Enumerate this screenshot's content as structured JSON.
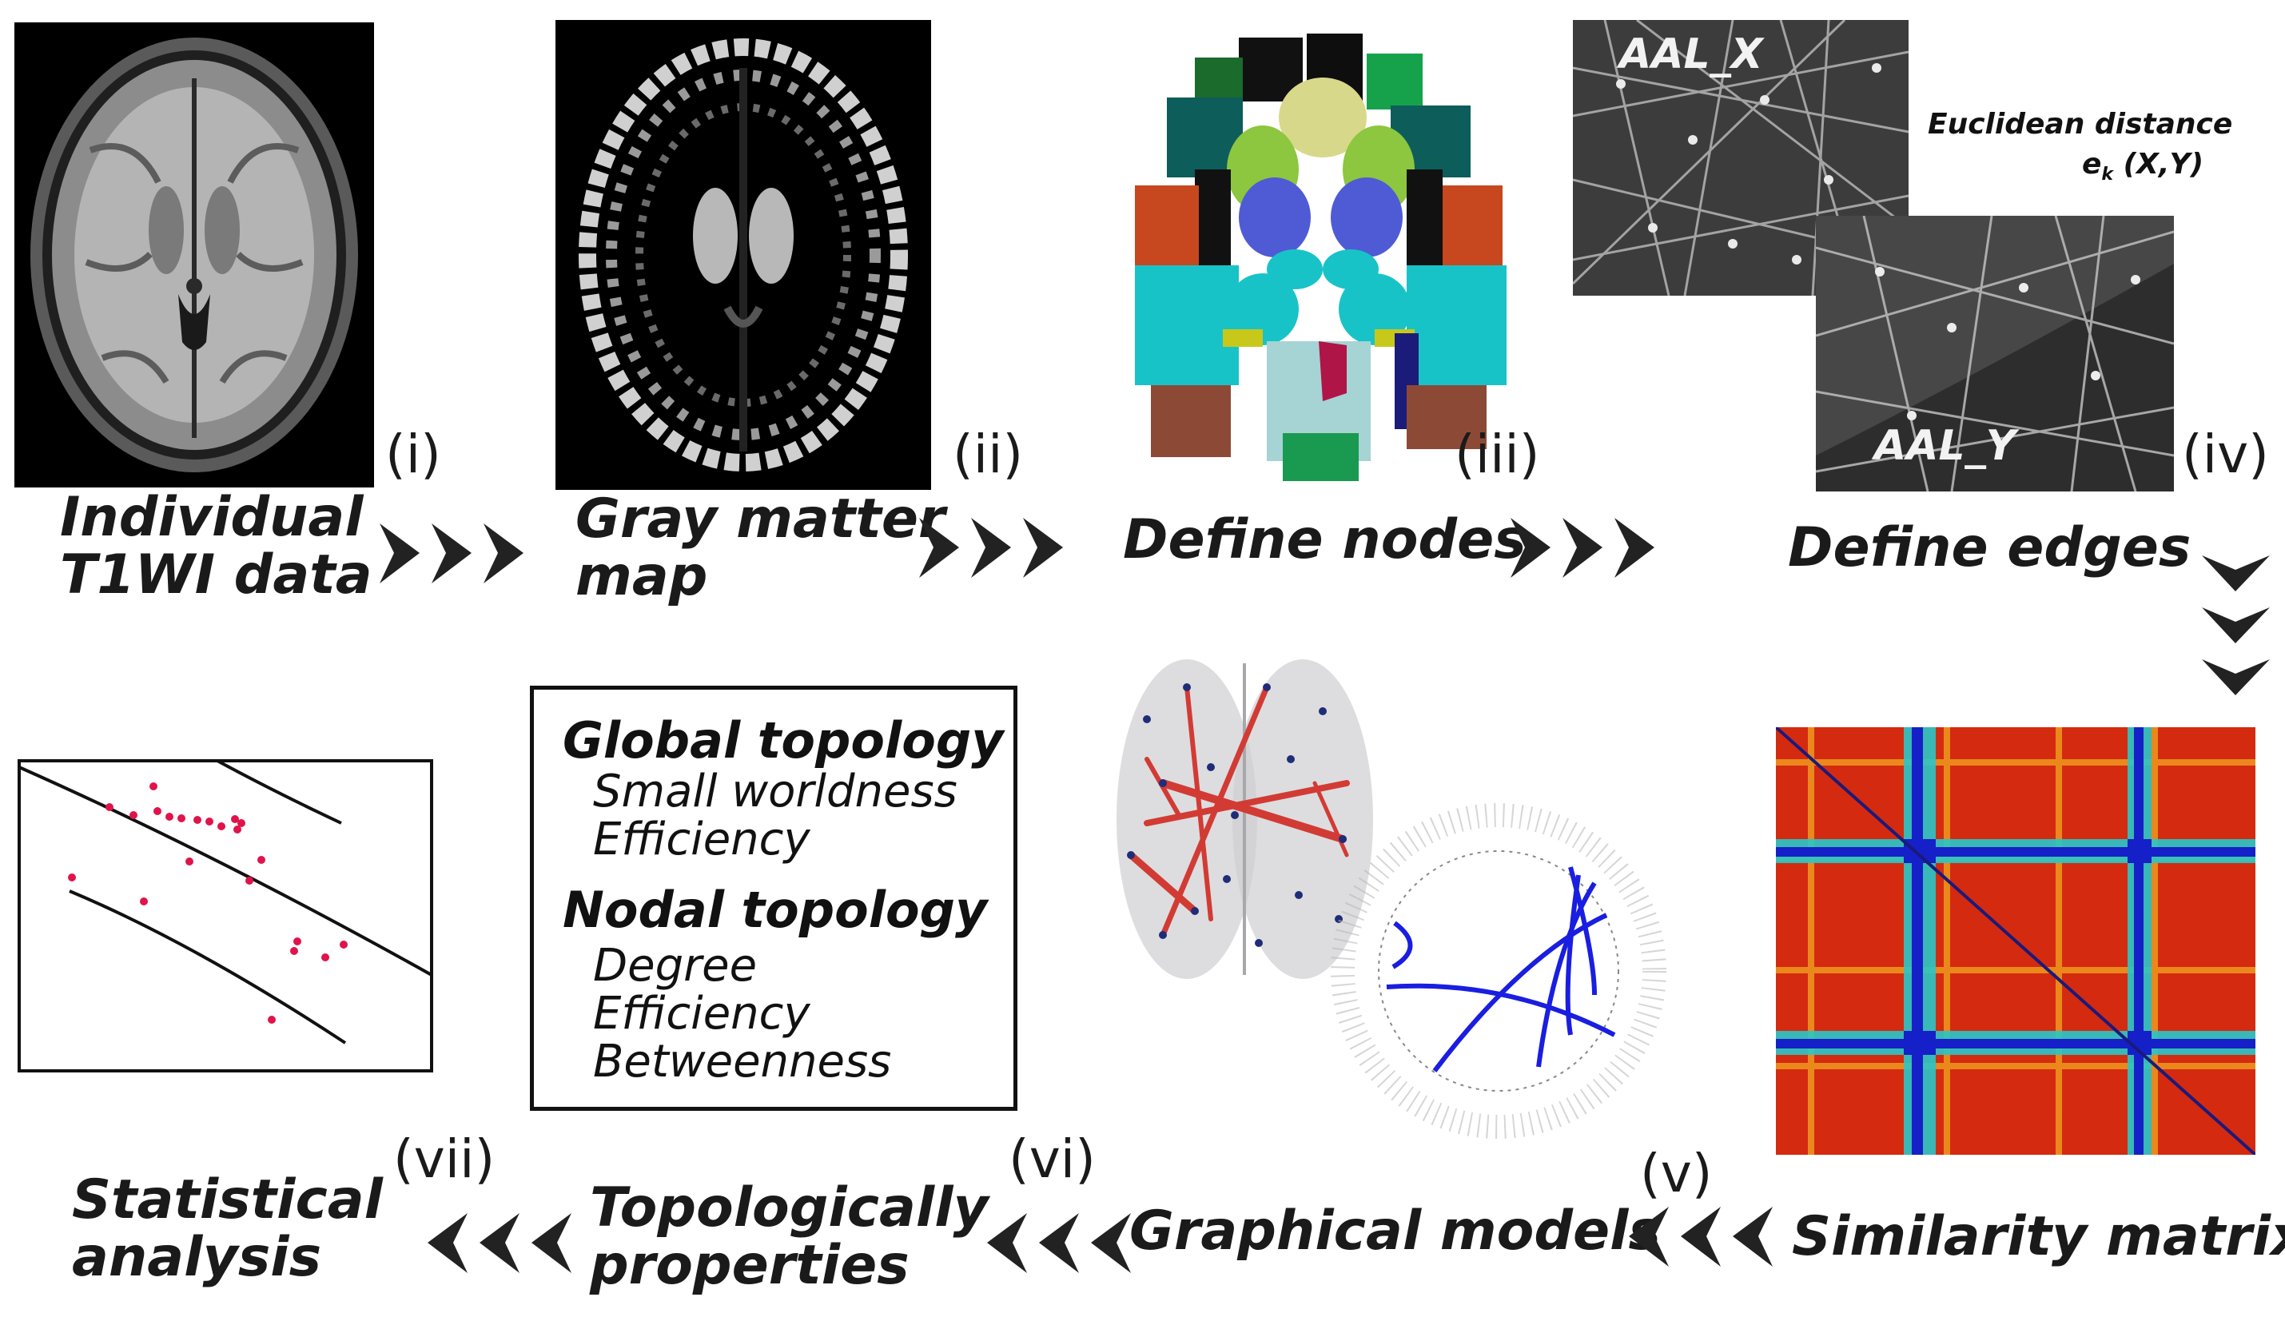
{
  "steps": [
    {
      "numeral": "(i)",
      "caption": "Individual T1WI data"
    },
    {
      "numeral": "(ii)",
      "caption": "Gray matter map"
    },
    {
      "numeral": "(iii)",
      "caption": "Define nodes"
    },
    {
      "numeral": "(iv)",
      "caption": "Define edges"
    },
    {
      "numeral": "(v)",
      "caption": "Similarity matrix"
    },
    {
      "numeral": "(vi)",
      "caption": "Graphical models"
    },
    {
      "numeral": "(vii)",
      "caption": "Topologically properties"
    },
    {
      "caption": "Statistical analysis"
    }
  ],
  "captions": {
    "t1wi_line1": "Individual",
    "t1wi_line2": "T1WI data",
    "gm_line1": "Gray matter",
    "gm_line2": "map",
    "nodes": "Define nodes",
    "edges": "Define edges",
    "matrix": "Similarity matrix",
    "graph": "Graphical models",
    "topo_line1": "Topologically",
    "topo_line2": "properties",
    "stat_line1": "Statistical",
    "stat_line2": "analysis"
  },
  "numerals": {
    "i": "(i)",
    "ii": "(ii)",
    "iii": "(iii)",
    "iv": "(iv)",
    "v": "(v)",
    "vi": "(vi)",
    "vii": "(vii)"
  },
  "edges_panel": {
    "label_x": "AAL_X",
    "label_y": "AAL_Y",
    "distance_title": "Euclidean distance",
    "distance_formula_e": "e",
    "distance_formula_sub": "k",
    "distance_formula_args": "(X,Y)"
  },
  "topology_box": {
    "global_heading": "Global topology",
    "global_items": [
      "Small worldness",
      "Efficiency"
    ],
    "nodal_heading": "Nodal topology",
    "nodal_items": [
      "Degree",
      "Efficiency",
      "Betweenness"
    ]
  },
  "colors": {
    "arrow": "#222222",
    "matrix_hot": "#d42a10",
    "matrix_cold": "#1520c8",
    "edge_red": "#d23b34",
    "edge_blue": "#1a1ee0",
    "scatter_point": "#e0144a"
  }
}
